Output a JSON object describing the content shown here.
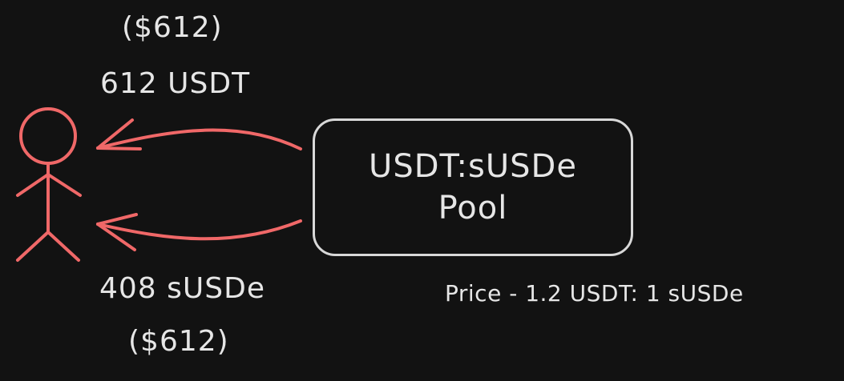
{
  "top_amount": {
    "usd": "($612)",
    "token": "612 USDT"
  },
  "bottom_amount": {
    "token": "408 sUSDe",
    "usd": "($612)"
  },
  "pool": {
    "line1": "USDT:sUSDe",
    "line2": "Pool"
  },
  "price_note": "Price - 1.2 USDT: 1 sUSDe",
  "colors": {
    "accent": "#f06868",
    "text": "#e6e6e6",
    "box": "#d8d8d8",
    "background": "#121212"
  },
  "icons": {
    "user": "stick-figure-icon"
  }
}
